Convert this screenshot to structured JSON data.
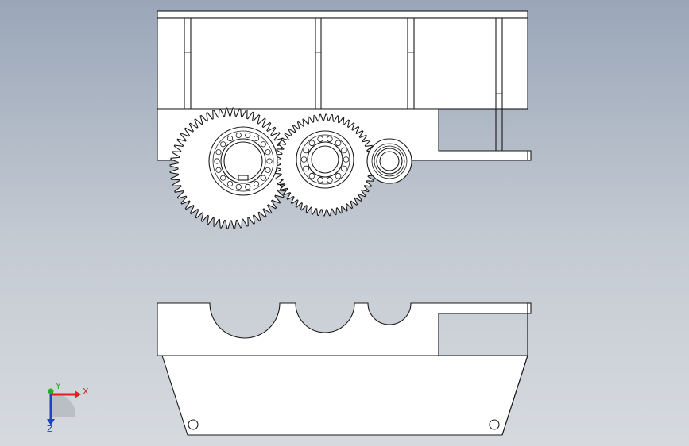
{
  "viewport": {
    "background_top": "#9aa6b8",
    "background_bottom": "#d6dadf"
  },
  "triad": {
    "x_label": "X",
    "y_label": "Y",
    "z_label": "Z",
    "x_color": "#e02020",
    "y_color": "#20b020",
    "z_color": "#2040d0"
  }
}
